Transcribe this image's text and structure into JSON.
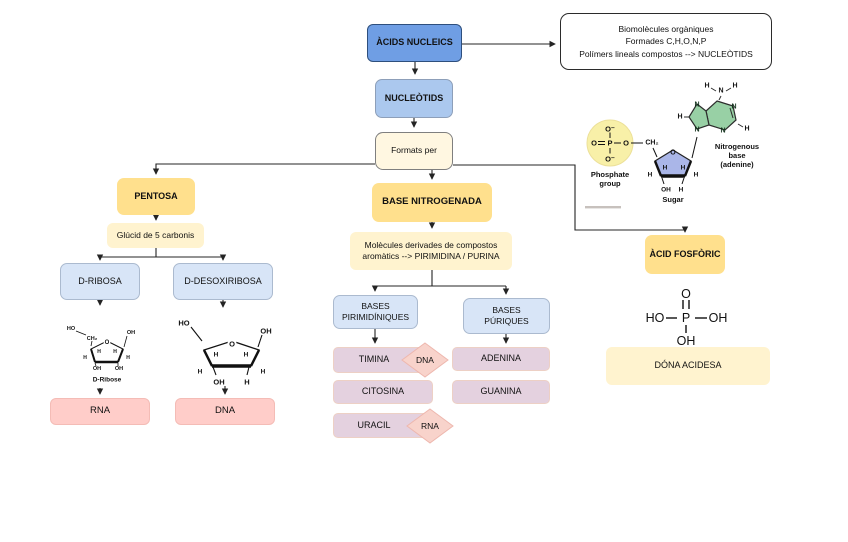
{
  "palette": {
    "node_blue_dark": "#6f9ee4",
    "node_blue_mid": "#abc8ee",
    "node_blue_pale": "#d8e5f7",
    "node_gold": "#ffe08d",
    "node_cream": "#fff3cf",
    "node_pink": "#ffcdc9",
    "node_mauve": "#e4d1df",
    "diamond_pink": "#f8d3cb",
    "phosphate_yellow": "#f8f0a8",
    "sugar_blue": "#aab6e8",
    "adenine_green": "#98d0a5",
    "wire": "#242424"
  },
  "nodes": {
    "acids_nucleics": {
      "label": "ÀCIDS NUCLEICS"
    },
    "info_box": {
      "line1": "Biomolècules orgàniques",
      "line2": "Formades C,H,O,N,P",
      "line3": "Polímers lineals compostos --> NUCLEÒTIDS"
    },
    "nucleotids": {
      "label": "NUCLEÒTIDS"
    },
    "formats_per": {
      "label": "Formats per"
    },
    "pentosa": {
      "label": "PENTOSA"
    },
    "glucid": {
      "label": "Glúcid de 5 carbonis"
    },
    "d_ribosa": {
      "label": "D-RIBOSA"
    },
    "d_desoxiribosa": {
      "label": "D-DESOXIRIBOSA"
    },
    "rna": {
      "label": "RNA"
    },
    "dna": {
      "label": "DNA"
    },
    "base_nitrogenada": {
      "label": "BASE NITROGENADA"
    },
    "molecules": {
      "line1": "Molècules derivades de compostos",
      "line2": "aromàtics --> PIRIMIDINA / PURINA"
    },
    "bases_pirimidiniques": {
      "line1": "BASES",
      "line2": "PIRIMIDÍNIQUES"
    },
    "bases_puriques": {
      "line1": "BASES",
      "line2": "PÚRIQUES"
    },
    "timina": {
      "label": "TIMINA"
    },
    "citosina": {
      "label": "CITOSINA"
    },
    "uracil": {
      "label": "URACIL"
    },
    "adenina": {
      "label": "ADENINA"
    },
    "guanina": {
      "label": "GUANINA"
    },
    "diamond_dna": {
      "label": "DNA"
    },
    "diamond_rna": {
      "label": "RNA"
    },
    "acid_fosforic": {
      "label": "ÀCID FOSFÒRIC"
    },
    "dona_acidesa": {
      "label": "DÓNA ACIDESA"
    }
  },
  "figures": {
    "nucleotide": {
      "phosphate_line1": "Phosphate",
      "phosphate_line2": "group",
      "sugar": "Sugar",
      "base_line1": "Nitrogenous",
      "base_line2": "base",
      "base_line3": "(adenine)"
    },
    "ribose": {
      "caption": "D-Ribose"
    }
  },
  "atoms": {
    "H": "H",
    "O": "O",
    "P": "P",
    "N": "N",
    "OH": "OH",
    "HO": "HO",
    "CH2": "CH₂",
    "O_MINUS": "O⁻"
  }
}
